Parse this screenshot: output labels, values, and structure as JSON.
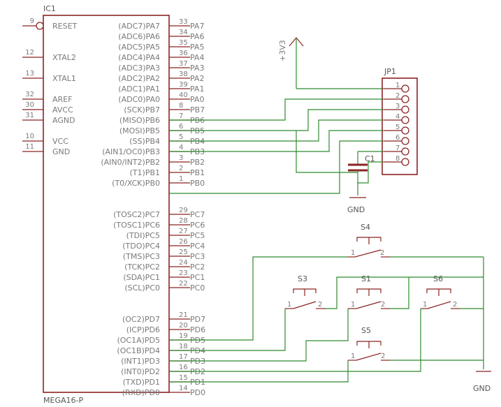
{
  "ic": {
    "name": "IC1",
    "value": "MEGA16-P",
    "left_pins": [
      {
        "num": "9",
        "label": "RESET"
      },
      {
        "num": "12",
        "label": "XTAL2"
      },
      {
        "num": "13",
        "label": "XTAL1"
      },
      {
        "num": "32",
        "label": "AREF"
      },
      {
        "num": "30",
        "label": "AVCC"
      },
      {
        "num": "31",
        "label": "AGND"
      },
      {
        "num": "10",
        "label": "VCC"
      },
      {
        "num": "11",
        "label": "GND"
      }
    ],
    "right_pins": [
      {
        "num": "33",
        "label": "(ADC7)PA7",
        "net": "PA7"
      },
      {
        "num": "34",
        "label": "(ADC6)PA6",
        "net": "PA6"
      },
      {
        "num": "35",
        "label": "(ADC5)PA5",
        "net": "PA5"
      },
      {
        "num": "36",
        "label": "(ADC4)PA4",
        "net": "PA4"
      },
      {
        "num": "37",
        "label": "(ADC3)PA3",
        "net": "PA3"
      },
      {
        "num": "38",
        "label": "(ADC2)PA2",
        "net": "PA2"
      },
      {
        "num": "39",
        "label": "(ADC1)PA1",
        "net": "PA1"
      },
      {
        "num": "40",
        "label": "(ADC0)PA0",
        "net": "PA0"
      },
      {
        "num": "8",
        "label": "(SCK)PB7",
        "net": "PB7"
      },
      {
        "num": "7",
        "label": "(MISO)PB6",
        "net": "PB6"
      },
      {
        "num": "6",
        "label": "(MOSI)PB5",
        "net": "PB5"
      },
      {
        "num": "5",
        "label": "(SS)PB4",
        "net": "PB4"
      },
      {
        "num": "4",
        "label": "(AIN1/OC0)PB3",
        "net": "PB3"
      },
      {
        "num": "3",
        "label": "(AIN0/INT2)PB2",
        "net": "PB2"
      },
      {
        "num": "2",
        "label": "(T1)PB1",
        "net": "PB1"
      },
      {
        "num": "1",
        "label": "(T0/XCK)PB0",
        "net": "PB0"
      },
      {
        "num": "29",
        "label": "(TOSC2)PC7",
        "net": "PC7"
      },
      {
        "num": "28",
        "label": "(TOSC1)PC6",
        "net": "PC6"
      },
      {
        "num": "27",
        "label": "(TDI)PC5",
        "net": "PC5"
      },
      {
        "num": "26",
        "label": "(TDO)PC4",
        "net": "PC4"
      },
      {
        "num": "25",
        "label": "(TMS)PC3",
        "net": "PC3"
      },
      {
        "num": "24",
        "label": "(TCK)PC2",
        "net": "PC2"
      },
      {
        "num": "23",
        "label": "(SDA)PC1",
        "net": "PC1"
      },
      {
        "num": "22",
        "label": "(SCL)PC0",
        "net": "PC0"
      },
      {
        "num": "21",
        "label": "(OC2)PD7",
        "net": "PD7"
      },
      {
        "num": "20",
        "label": "(ICP)PD6",
        "net": "PD6"
      },
      {
        "num": "19",
        "label": "(OC1A)PD5",
        "net": "PD5"
      },
      {
        "num": "18",
        "label": "(OC1B)PD4",
        "net": "PD4"
      },
      {
        "num": "17",
        "label": "(INT1)PD3",
        "net": "PD3"
      },
      {
        "num": "16",
        "label": "(INT0)PD2",
        "net": "PD2"
      },
      {
        "num": "15",
        "label": "(TXD)PD1",
        "net": "PD1"
      },
      {
        "num": "14",
        "label": "(RXD)PD0",
        "net": "PD0"
      }
    ]
  },
  "header": {
    "name": "JP1",
    "pins": [
      "1",
      "2",
      "3",
      "4",
      "5",
      "6",
      "7",
      "8"
    ]
  },
  "supply": {
    "label": "+3V3"
  },
  "capacitor": {
    "name": "C1"
  },
  "ground": {
    "gnd1": "GND",
    "gnd2": "GND"
  },
  "switches": {
    "s4": {
      "name": "S4",
      "p1": "1",
      "p2": "2"
    },
    "s3": {
      "name": "S3",
      "p1": "1",
      "p2": "2"
    },
    "s1": {
      "name": "S1",
      "p1": "1",
      "p2": "2"
    },
    "s6": {
      "name": "S6",
      "p1": "1",
      "p2": "2"
    },
    "s5": {
      "name": "S5",
      "p1": "1",
      "p2": "2"
    }
  },
  "colors": {
    "wire": "#2e8b2e",
    "component": "#8b2323",
    "text": "#7a7a7a"
  }
}
